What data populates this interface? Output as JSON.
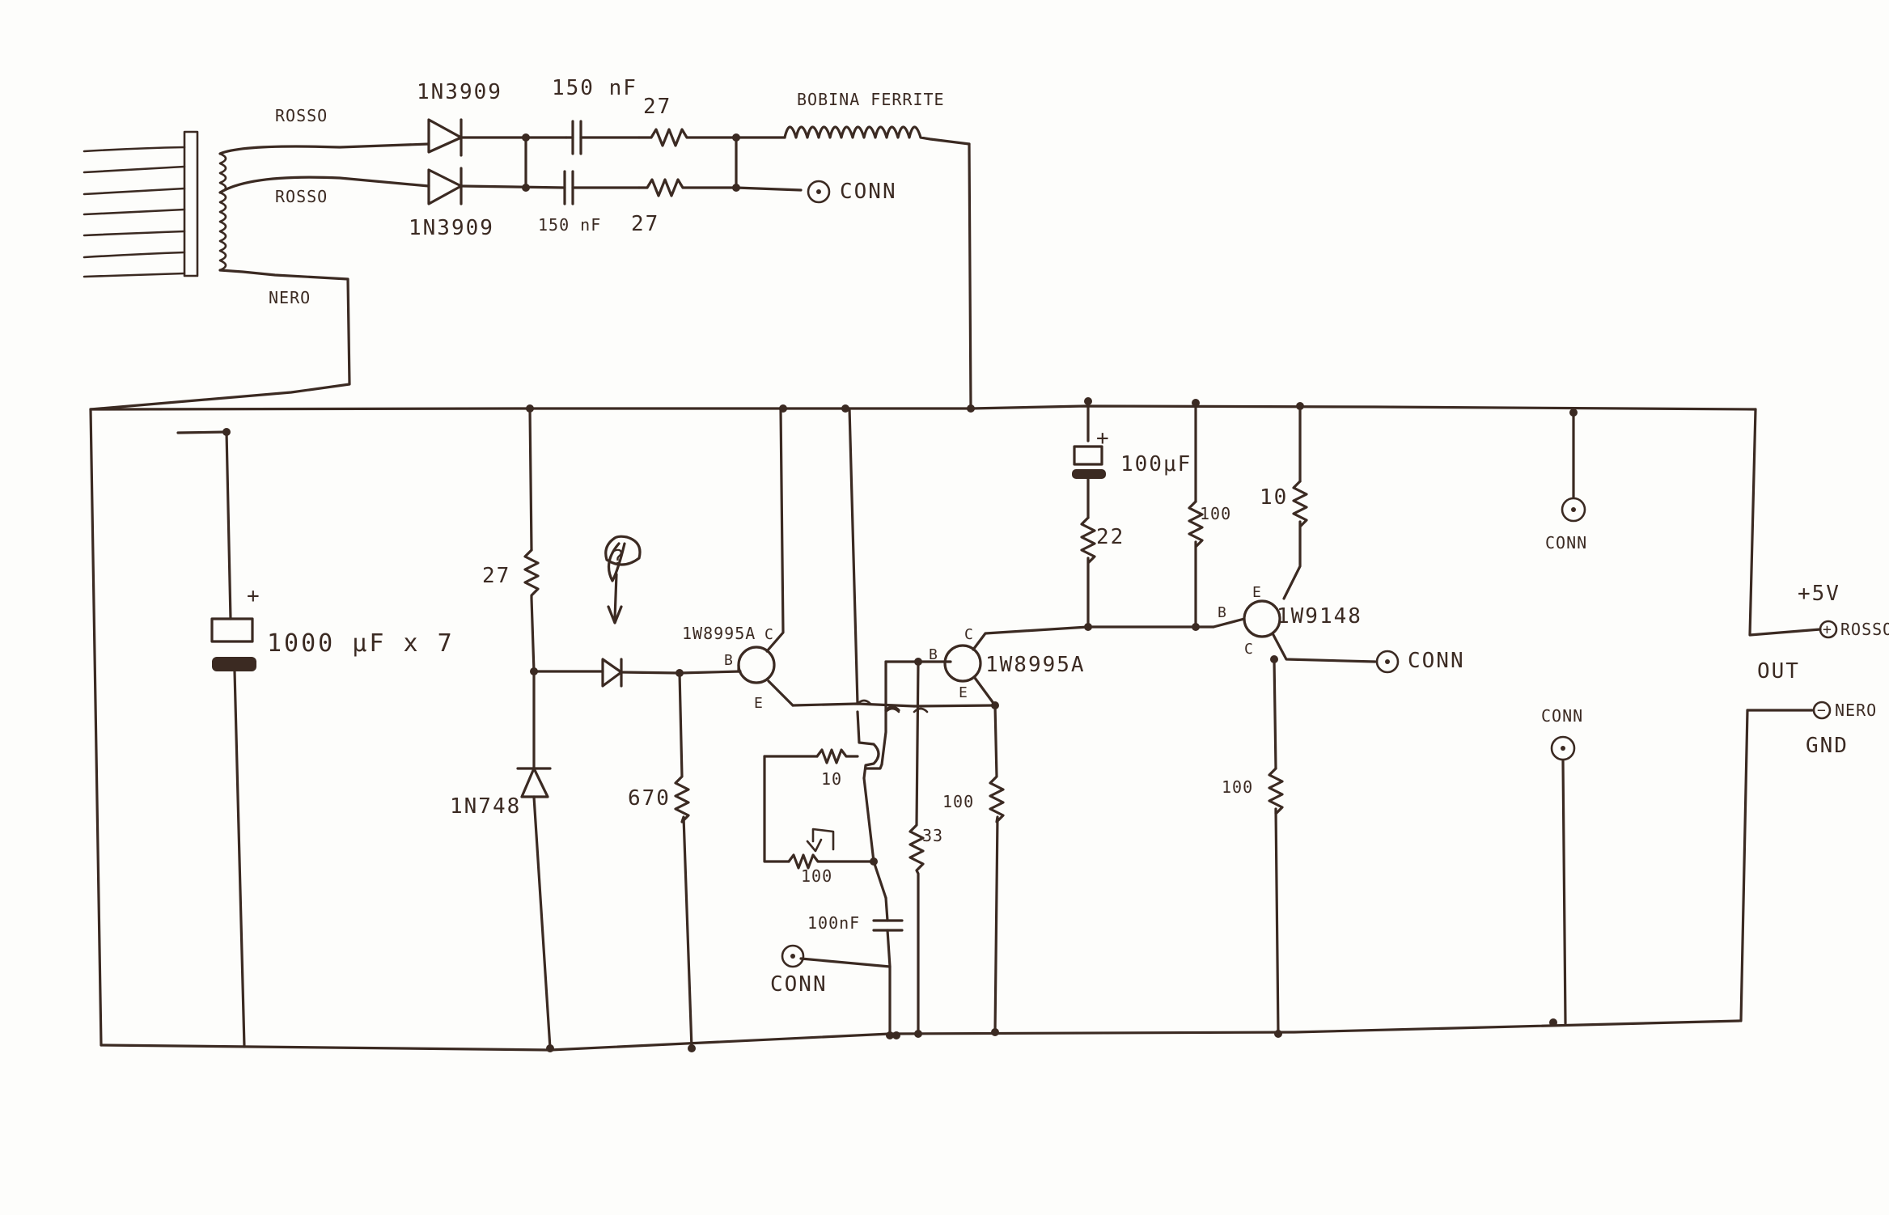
{
  "diagram": {
    "transformer": {
      "secondary_top_label": "ROSSO",
      "secondary_mid_label": "ROSSO",
      "secondary_bottom_label": "NERO"
    },
    "rectifier": {
      "diode_top": "1N3909",
      "diode_bottom": "1N3909",
      "cap_top": "150 nF",
      "cap_bottom": "150 nF",
      "res_top": "27",
      "res_bottom": "27",
      "inductor": "BOBINA FERRITE",
      "conn": "CONN"
    },
    "filter_cap": {
      "label": "1000 μF x 7",
      "plus": "+"
    },
    "zener_stage": {
      "res": "27",
      "zener": "1N748",
      "question": "?",
      "res_base": "670"
    },
    "transistors": {
      "q1": "1W8995A",
      "q2": "1W8995A",
      "q3": "1W9148",
      "pin_b": "B",
      "pin_c": "C",
      "pin_e": "E"
    },
    "feedback": {
      "res_10": "10",
      "pot_100": "100",
      "cap": "100nF",
      "conn": "CONN",
      "res_33": "33",
      "res_100": "100"
    },
    "output_stage": {
      "cap": "100μF",
      "cap_plus": "+",
      "res_22": "22",
      "res_100_top": "100",
      "res_10": "10",
      "res_100_bottom": "100",
      "conn_transistor": "CONN",
      "conn_top": "CONN",
      "conn_bottom": "CONN"
    },
    "output": {
      "voltage": "+5V",
      "out_label": "OUT",
      "gnd_label": "GND",
      "pos_wire": "ROSSO",
      "neg_wire": "NERO",
      "pos_symbol": "+",
      "neg_symbol": "−"
    }
  }
}
